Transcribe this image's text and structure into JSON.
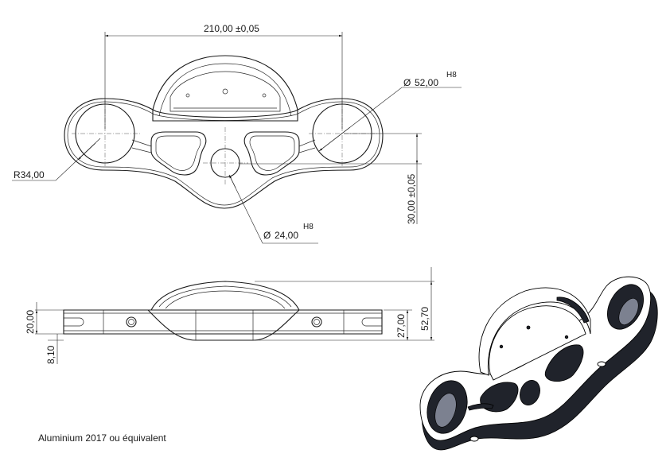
{
  "top_view": {
    "width_dim": "210,00 ±0,05",
    "bore_large_dia": "52,00",
    "bore_large_fit": "H8",
    "radius": "R34,00",
    "bore_small_dia": "24,00",
    "bore_small_fit": "H8",
    "offset_dim": "30,00 ±0,05",
    "diameter_symbol": "Ø"
  },
  "front_view": {
    "thickness": "20,00",
    "step": "8,10",
    "height_mid": "27,00",
    "height_total": "52,70"
  },
  "note": "Aluminium 2017 ou équivalent"
}
